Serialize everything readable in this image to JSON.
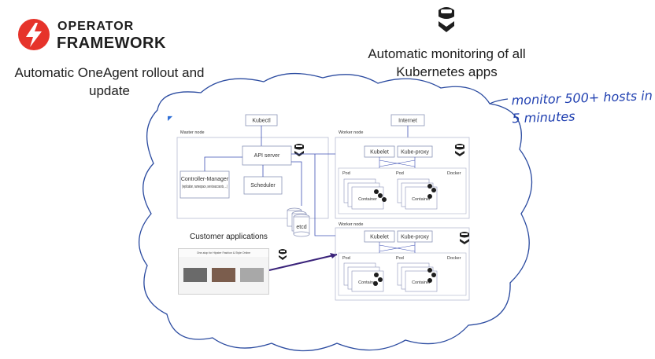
{
  "logo": {
    "line1": "OPERATOR",
    "line2": "FRAMEWORK",
    "icon": "lightning-bolt-icon",
    "brand_color": "#e6332a"
  },
  "captions": {
    "left": "Automatic OneAgent rollout and update",
    "right": "Automatic monitoring of all Kubernetes apps"
  },
  "handwritten_note": "monitor 500+ hosts in 5 minutes",
  "diagram": {
    "master_node": "Master node",
    "kubectl": "Kubectl",
    "api_server": "API server",
    "controller_manager": "Controller-Manager",
    "controller_manager_sub": "(replication, namespace, serviceaccounts, ...)",
    "scheduler": "Scheduler",
    "etcd": "etcd",
    "internet": "Internet",
    "worker_node": "Worker node",
    "kubelet": "Kubelet",
    "kube_proxy": "Kube-proxy",
    "pod": "Pod",
    "docker": "Docker",
    "container": "Container"
  },
  "customer": {
    "title": "Customer applications",
    "shop_header": "One-stop for Hipster Fashion & Style Online"
  },
  "colors": {
    "cloud_outline": "#2b4ba0",
    "box_border": "#8a93b8",
    "arrow": "#3f51b5",
    "customer_arrow": "#3a237a"
  }
}
